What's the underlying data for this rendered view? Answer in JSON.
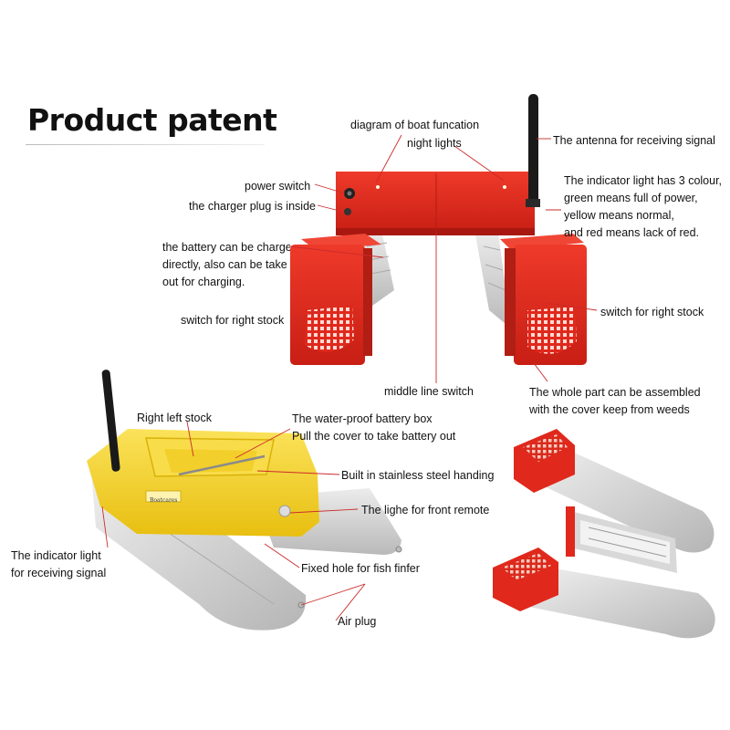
{
  "title": "Product patent",
  "brand_mark": "Boatcares",
  "colors": {
    "red": "#e0281c",
    "yellow": "#f5d21e",
    "gray_hull": "#d6d6d6",
    "leader_line": "#cc2a2a"
  },
  "labels": {
    "diagram_function": "diagram of boat funcation",
    "night_lights": "night lights",
    "antenna": "The antenna for receiving signal",
    "power_switch": "power switch",
    "charger_plug": "the charger plug is inside",
    "indicator_3colour": [
      "The indicator light has 3 colour,",
      "green means full of power,",
      "yellow means normal,",
      "and red means lack of red."
    ],
    "battery_charge": [
      "the battery can be charge",
      "directly, also can be take",
      "out for charging."
    ],
    "switch_right_stock_left": "switch for right stock",
    "switch_right_stock_right": "switch for right stock",
    "middle_line_switch": "middle line switch",
    "whole_part": [
      "The whole part can be assembled",
      "with the cover keep from weeds"
    ],
    "right_left_stock": "Right left stock",
    "waterproof_box": [
      "The water-proof battery box",
      "Pull the cover to take battery out"
    ],
    "stainless_handing": "Built in stainless steel handing",
    "front_remote": "The lighe for front remote",
    "indicator_receiving": [
      "The indicator light",
      "for receiving signal"
    ],
    "fixed_hole": "Fixed hole for fish finfer",
    "air_plug": "Air plug"
  }
}
